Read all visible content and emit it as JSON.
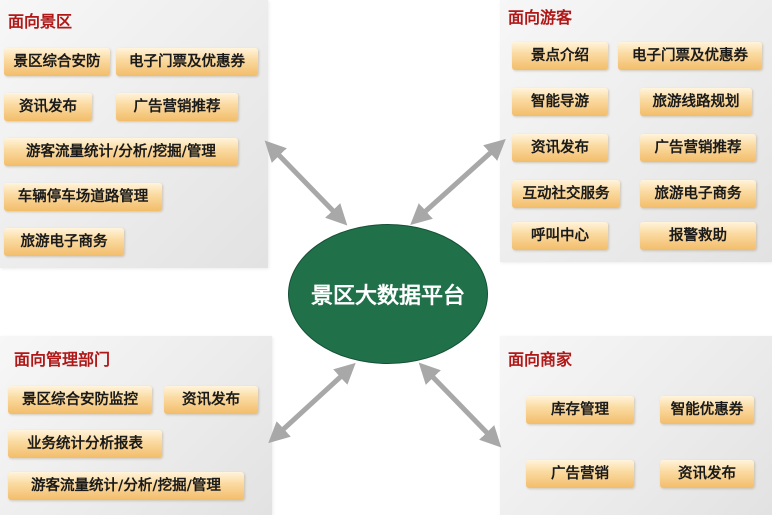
{
  "center": {
    "label": "景区大数据平台",
    "color": "#20704a"
  },
  "accent_colors": {
    "title": "#b01818",
    "tag_top": "#fff4dc",
    "tag_bottom": "#f2bd6a"
  },
  "panels": {
    "scenic_area": {
      "title": "面向景区",
      "items": [
        "景区综合安防",
        "电子门票及优惠券",
        "资讯发布",
        "广告营销推荐",
        "游客流量统计/分析/挖掘/管理",
        "车辆停车场道路管理",
        "旅游电子商务"
      ]
    },
    "tourists": {
      "title": "面向游客",
      "items": [
        "景点介绍",
        "电子门票及优惠券",
        "智能导游",
        "旅游线路规划",
        "资讯发布",
        "广告营销推荐",
        "互动社交服务",
        "旅游电子商务",
        "呼叫中心",
        "报警救助"
      ]
    },
    "management": {
      "title": "面向管理部门",
      "items": [
        "景区综合安防监控",
        "资讯发布",
        "业务统计分析报表",
        "游客流量统计/分析/挖掘/管理"
      ]
    },
    "merchants": {
      "title": "面向商家",
      "items": [
        "库存管理",
        "智能优惠券",
        "广告营销",
        "资讯发布"
      ]
    }
  }
}
